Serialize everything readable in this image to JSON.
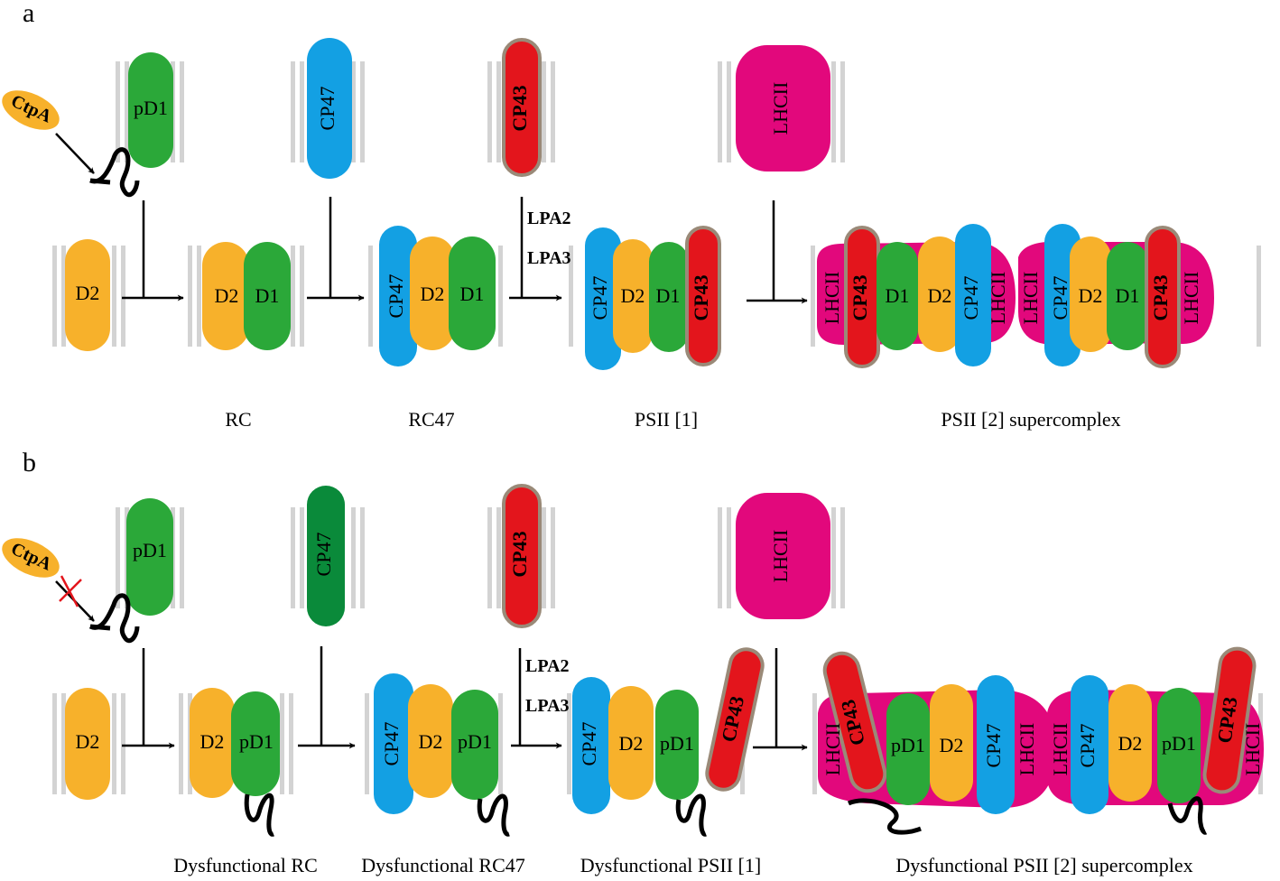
{
  "colors": {
    "membrane": "#d3d3d3",
    "D1": "#2ba839",
    "pD1": "#2ba839",
    "D2": "#f7b12b",
    "CP47": "#13a0e3",
    "CP47_b_free": "#0a8a3a",
    "CP43": "#e3151c",
    "CP43_border": "#9a8a78",
    "LHCII": "#e2087c",
    "CtpA": "#f7b12b",
    "arrow": "#000000",
    "cross": "#e3151c",
    "tail": "#000000"
  },
  "panels": {
    "a": {
      "letter": "a",
      "free_proteins": {
        "pD1": "pD1",
        "CP47": "CP47",
        "CP43": "CP43",
        "LHCII": "LHCII",
        "CtpA": "CtpA"
      },
      "assembly_labels": {
        "lpa2": "LPA2",
        "lpa3": "LPA3"
      },
      "complexes": {
        "d2": "D2",
        "rc": [
          "D2",
          "D1"
        ],
        "rc47": [
          "CP47",
          "D2",
          "D1"
        ],
        "psii1": [
          "CP47",
          "D2",
          "D1",
          "CP43"
        ],
        "psii2_left": [
          "LHCII",
          "CP43",
          "D1",
          "D2",
          "CP47",
          "LHCII"
        ],
        "psii2_right": [
          "LHCII",
          "CP47",
          "D2",
          "D1",
          "CP43",
          "LHCII"
        ]
      },
      "stage_labels": {
        "rc": "RC",
        "rc47": "RC47",
        "psii1": "PSII [1]",
        "psii2": "PSII [2] supercomplex"
      }
    },
    "b": {
      "letter": "b",
      "free_proteins": {
        "pD1": "pD1",
        "CP47": "CP47",
        "CP43": "CP43",
        "LHCII": "LHCII",
        "CtpA": "CtpA"
      },
      "assembly_labels": {
        "lpa2": "LPA2",
        "lpa3": "LPA3"
      },
      "complexes": {
        "d2": "D2",
        "rc": [
          "D2",
          "pD1"
        ],
        "rc47": [
          "CP47",
          "D2",
          "pD1"
        ],
        "psii1": [
          "CP47",
          "D2",
          "pD1",
          "CP43"
        ],
        "psii2_left": [
          "LHCII",
          "CP43",
          "pD1",
          "D2",
          "CP47",
          "LHCII"
        ],
        "psii2_right": [
          "LHCII",
          "CP47",
          "D2",
          "pD1",
          "CP43",
          "LHCII"
        ]
      },
      "stage_labels": {
        "rc": "Dysfunctional RC",
        "rc47": "Dysfunctional RC47",
        "psii1": "Dysfunctional PSII [1]",
        "psii2": "Dysfunctional PSII [2] supercomplex"
      }
    }
  }
}
